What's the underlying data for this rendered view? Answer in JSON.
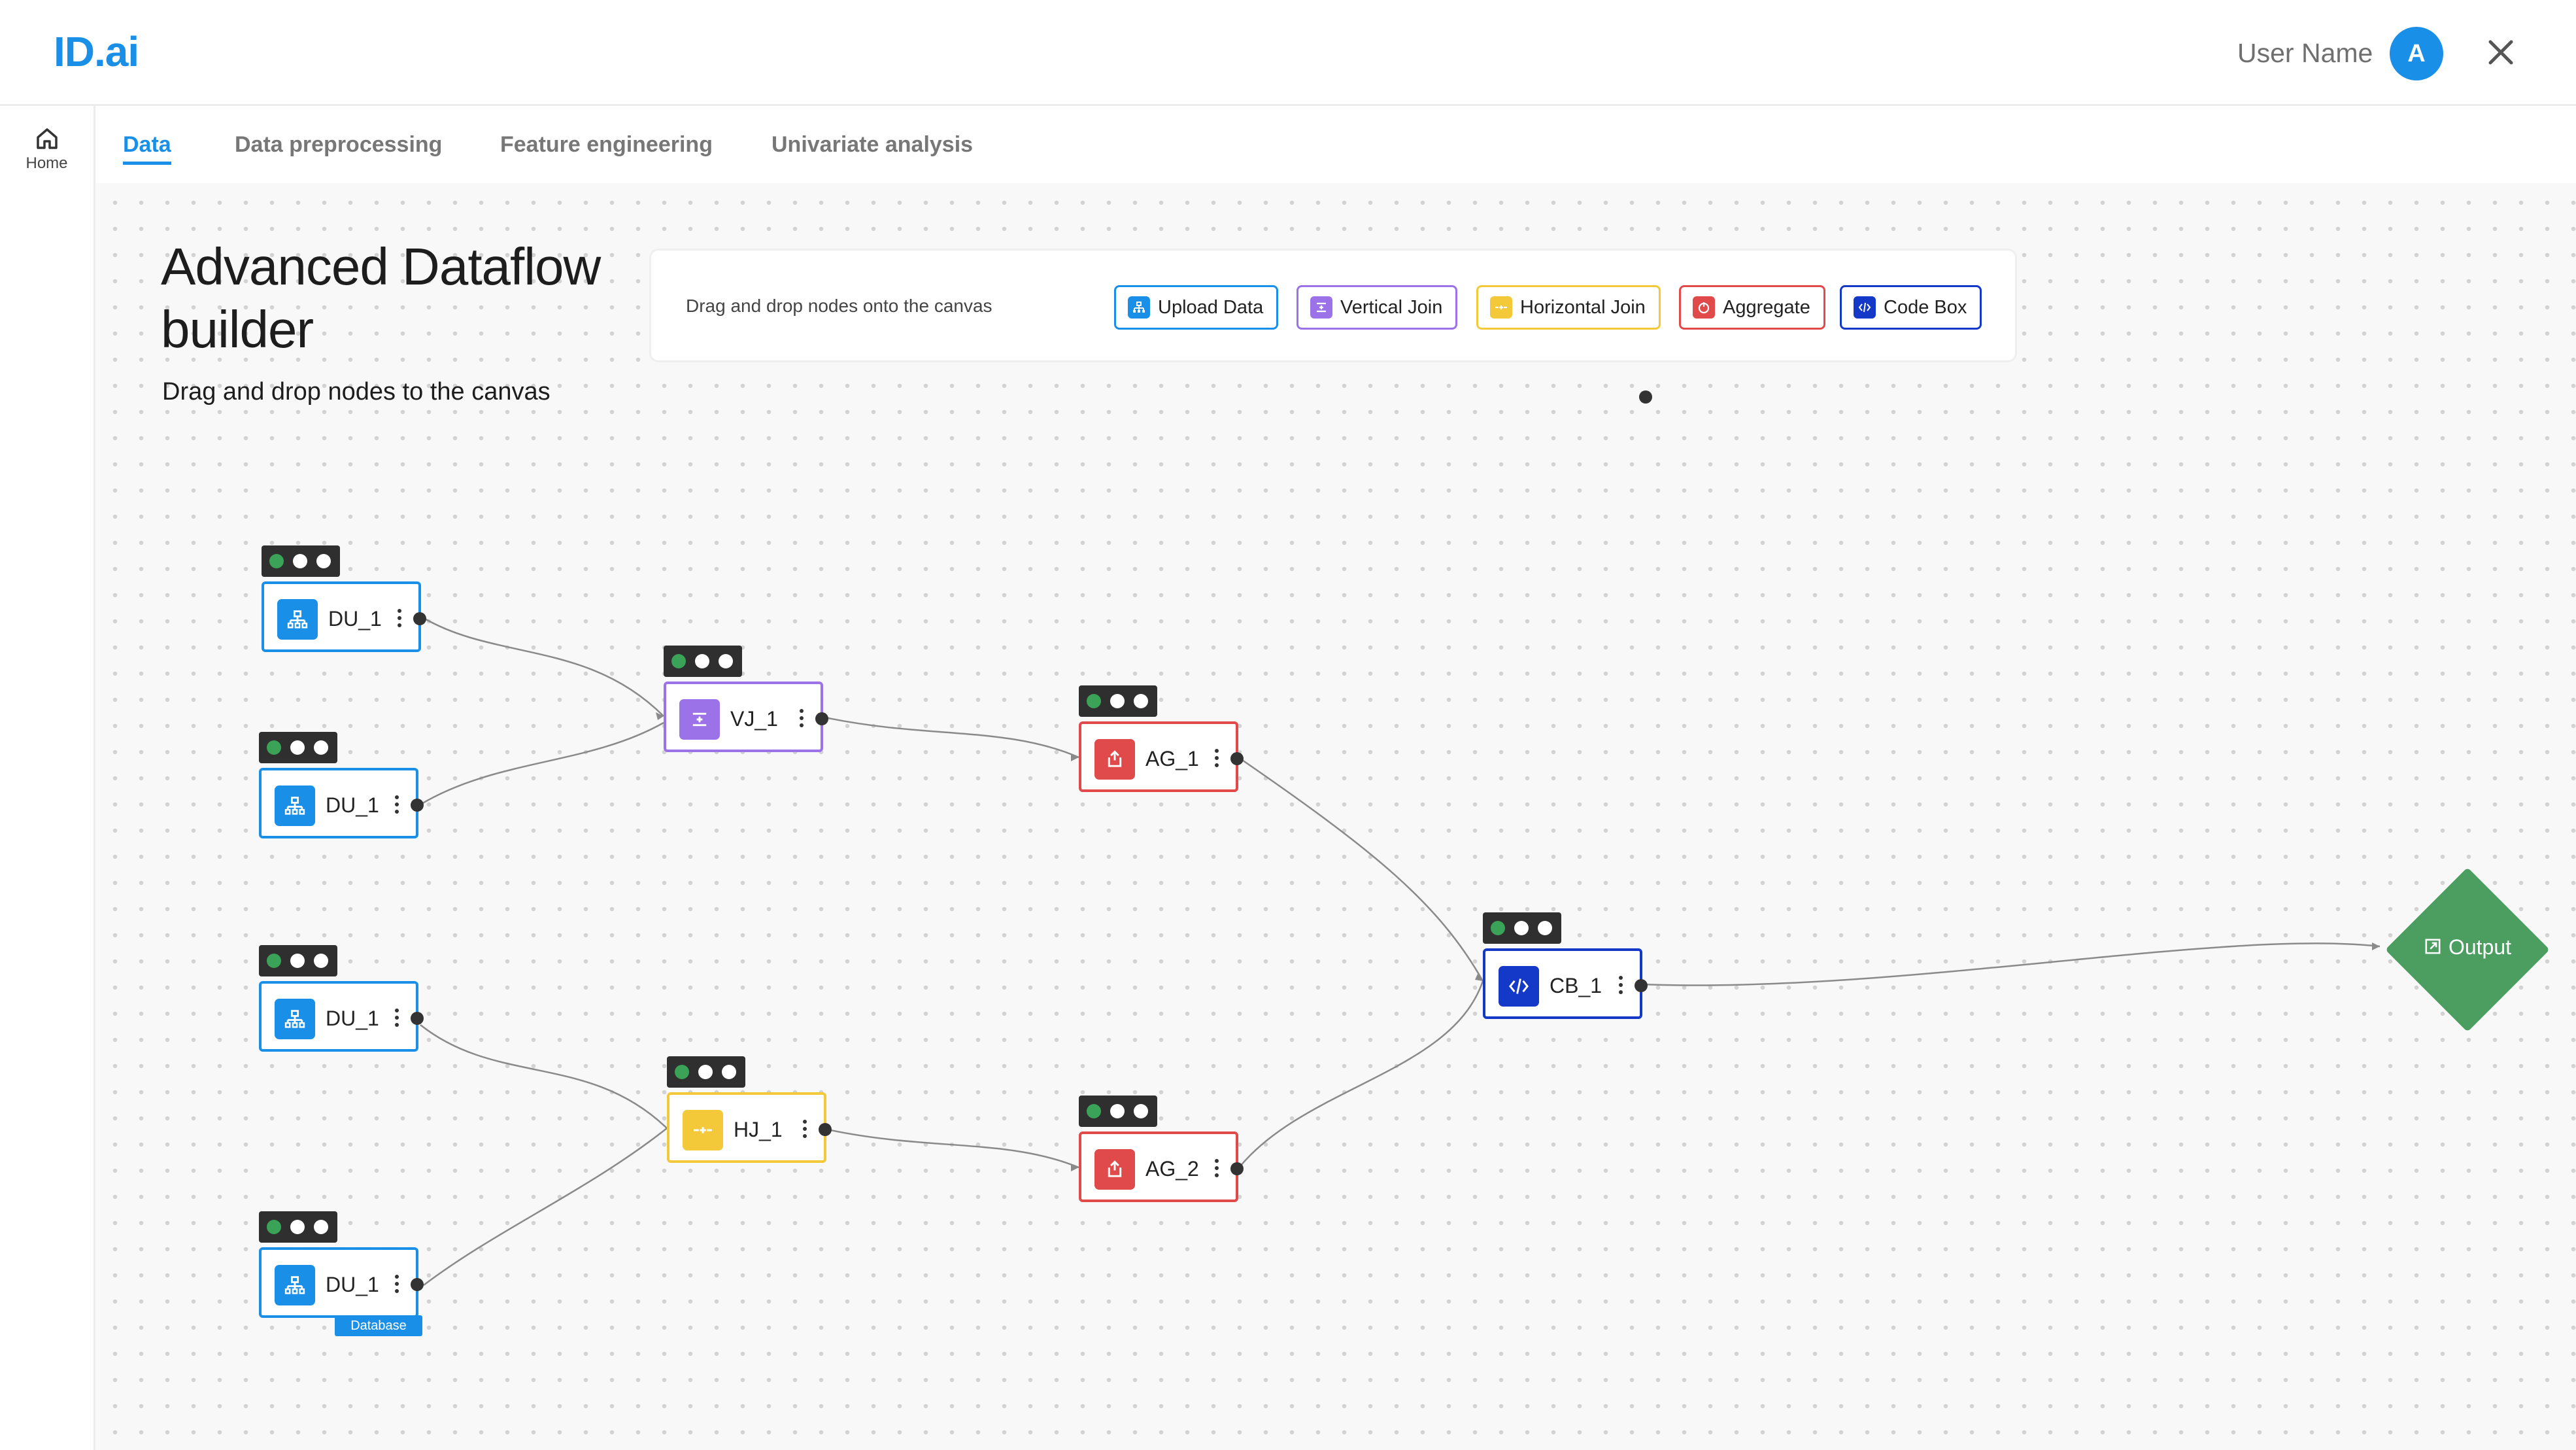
{
  "app": {
    "logo": "ID.ai",
    "user_name": "User Name",
    "avatar_initial": "A"
  },
  "sidebar": {
    "home_label": "Home"
  },
  "tabs": [
    {
      "label": "Data",
      "active": true
    },
    {
      "label": "Data preprocessing",
      "active": false
    },
    {
      "label": "Feature engineering",
      "active": false
    },
    {
      "label": "Univariate analysis",
      "active": false
    }
  ],
  "page": {
    "title": "Advanced Dataflow builder",
    "subtitle": "Drag and drop nodes to the canvas"
  },
  "palette": {
    "hint": "Drag and drop nodes onto the canvas",
    "items": [
      {
        "label": "Upload Data",
        "color": "#1a8fe8",
        "icon": "upload-data-icon"
      },
      {
        "label": "Vertical Join",
        "color": "#9b72e8",
        "icon": "vertical-join-icon"
      },
      {
        "label": "Horizontal Join",
        "color": "#f3c93a",
        "icon": "horizontal-join-icon"
      },
      {
        "label": "Aggregate",
        "color": "#e14a4a",
        "icon": "aggregate-icon"
      },
      {
        "label": "Code Box",
        "color": "#1438c8",
        "icon": "code-box-icon"
      }
    ]
  },
  "nodes": [
    {
      "id": "du1",
      "label": "DU_1",
      "type": "upload-data"
    },
    {
      "id": "du2",
      "label": "DU_1",
      "type": "upload-data"
    },
    {
      "id": "du3",
      "label": "DU_1",
      "type": "upload-data"
    },
    {
      "id": "du4",
      "label": "DU_1",
      "type": "upload-data",
      "tag": "Database"
    },
    {
      "id": "vj1",
      "label": "VJ_1",
      "type": "vertical-join"
    },
    {
      "id": "hj1",
      "label": "HJ_1",
      "type": "horizontal-join"
    },
    {
      "id": "ag1",
      "label": "AG_1",
      "type": "aggregate"
    },
    {
      "id": "ag2",
      "label": "AG_2",
      "type": "aggregate"
    },
    {
      "id": "cb1",
      "label": "CB_1",
      "type": "code-box"
    }
  ],
  "output": {
    "label": "Output",
    "color": "#4c9e60"
  },
  "edges": [
    [
      "du1",
      "vj1"
    ],
    [
      "du2",
      "vj1"
    ],
    [
      "du3",
      "hj1"
    ],
    [
      "du4",
      "hj1"
    ],
    [
      "vj1",
      "ag1"
    ],
    [
      "hj1",
      "ag2"
    ],
    [
      "ag1",
      "cb1"
    ],
    [
      "ag2",
      "cb1"
    ],
    [
      "cb1",
      "output"
    ]
  ]
}
